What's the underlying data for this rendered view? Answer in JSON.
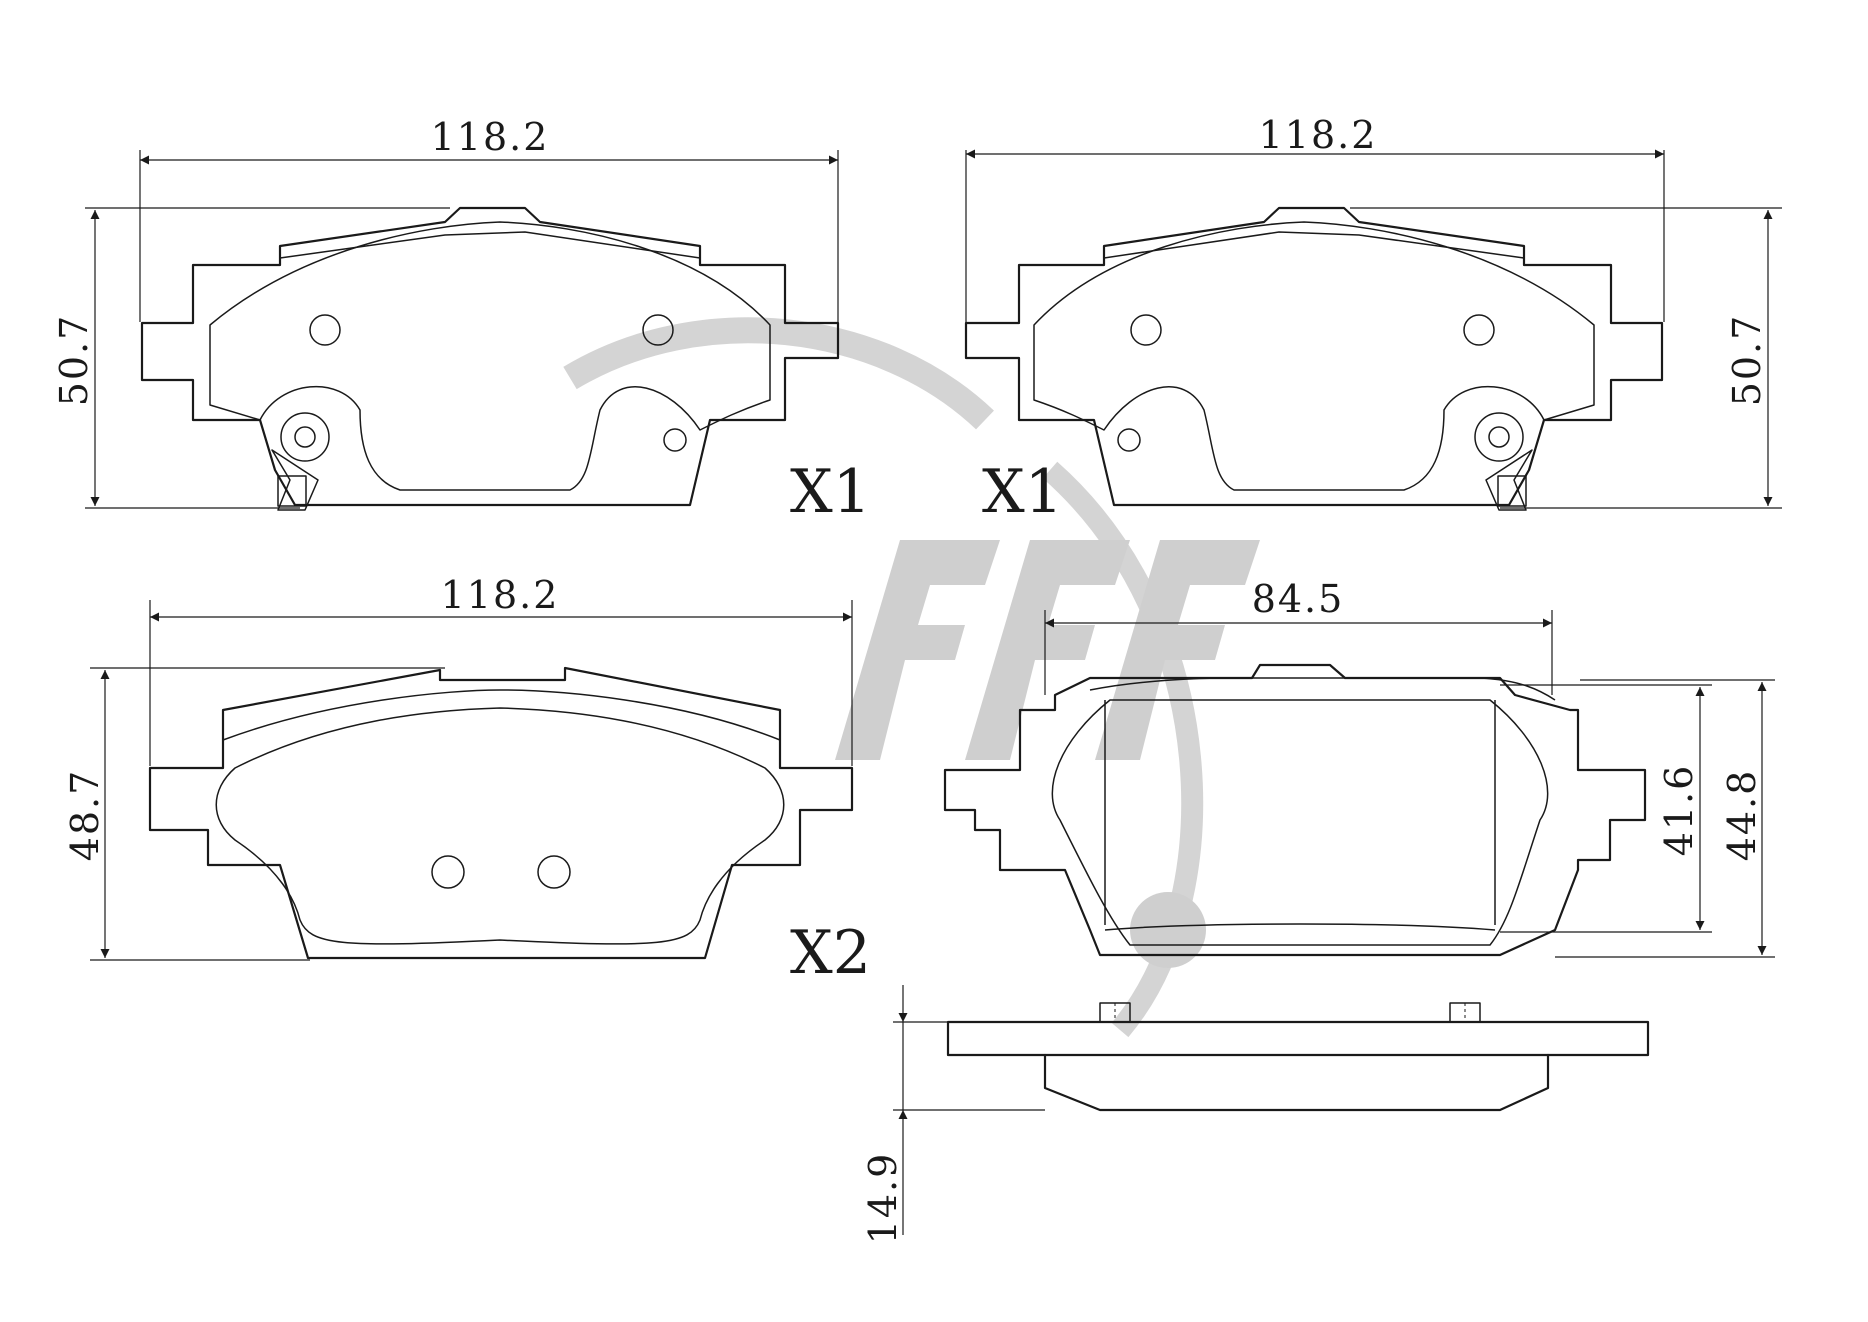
{
  "dimensions": {
    "pad1_width": "118.2",
    "pad1_height": "50.7",
    "pad2_width": "118.2",
    "pad2_height": "50.7",
    "pad3_width": "118.2",
    "pad3_height": "48.7",
    "backplate_width": "84.5",
    "backplate_inner_height": "41.6",
    "backplate_outer_height": "44.8",
    "side_thickness": "14.9"
  },
  "quantities": {
    "pad1": "X1",
    "pad2": "X1",
    "pad3": "X2"
  },
  "colors": {
    "line": "#1a1a1a",
    "watermark": "#cfcfcf"
  }
}
